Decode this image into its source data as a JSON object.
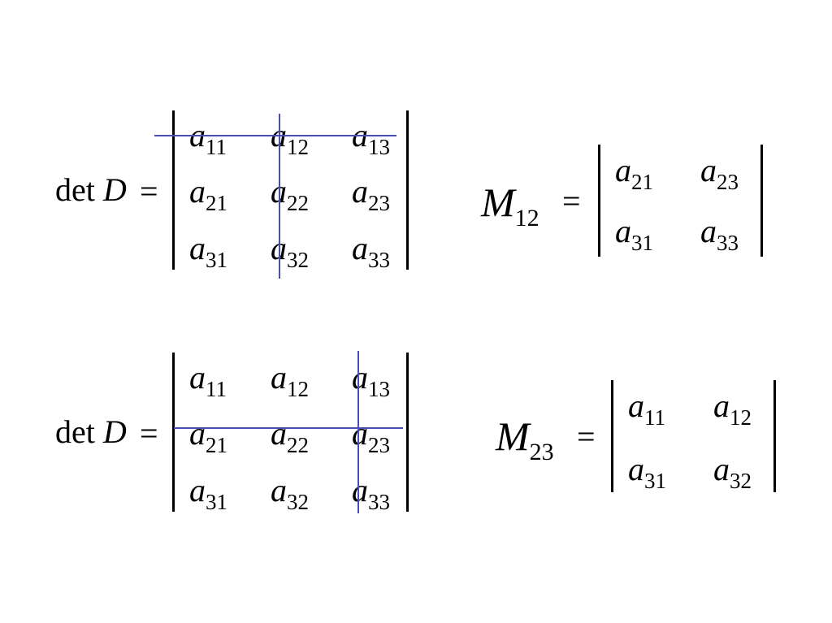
{
  "slide": {
    "det1": {
      "label_fn": "det",
      "label_var": "D",
      "equals": "=",
      "entries": [
        {
          "base": "a",
          "sub": "11"
        },
        {
          "base": "a",
          "sub": "12"
        },
        {
          "base": "a",
          "sub": "13"
        },
        {
          "base": "a",
          "sub": "21"
        },
        {
          "base": "a",
          "sub": "22"
        },
        {
          "base": "a",
          "sub": "23"
        },
        {
          "base": "a",
          "sub": "31"
        },
        {
          "base": "a",
          "sub": "32"
        },
        {
          "base": "a",
          "sub": "33"
        }
      ]
    },
    "minor1": {
      "symbol": "M",
      "sub": "12",
      "equals": "=",
      "entries": [
        {
          "base": "a",
          "sub": "21"
        },
        {
          "base": "a",
          "sub": "23"
        },
        {
          "base": "a",
          "sub": "31"
        },
        {
          "base": "a",
          "sub": "33"
        }
      ]
    },
    "det2": {
      "label_fn": "det",
      "label_var": "D",
      "equals": "=",
      "entries": [
        {
          "base": "a",
          "sub": "11"
        },
        {
          "base": "a",
          "sub": "12"
        },
        {
          "base": "a",
          "sub": "13"
        },
        {
          "base": "a",
          "sub": "21"
        },
        {
          "base": "a",
          "sub": "22"
        },
        {
          "base": "a",
          "sub": "23"
        },
        {
          "base": "a",
          "sub": "31"
        },
        {
          "base": "a",
          "sub": "32"
        },
        {
          "base": "a",
          "sub": "33"
        }
      ]
    },
    "minor2": {
      "symbol": "M",
      "sub": "23",
      "equals": "=",
      "entries": [
        {
          "base": "a",
          "sub": "11"
        },
        {
          "base": "a",
          "sub": "12"
        },
        {
          "base": "a",
          "sub": "31"
        },
        {
          "base": "a",
          "sub": "32"
        }
      ]
    },
    "colors": {
      "strike_line": "#4a4ab8",
      "text": "#000000",
      "background": "#ffffff"
    }
  }
}
